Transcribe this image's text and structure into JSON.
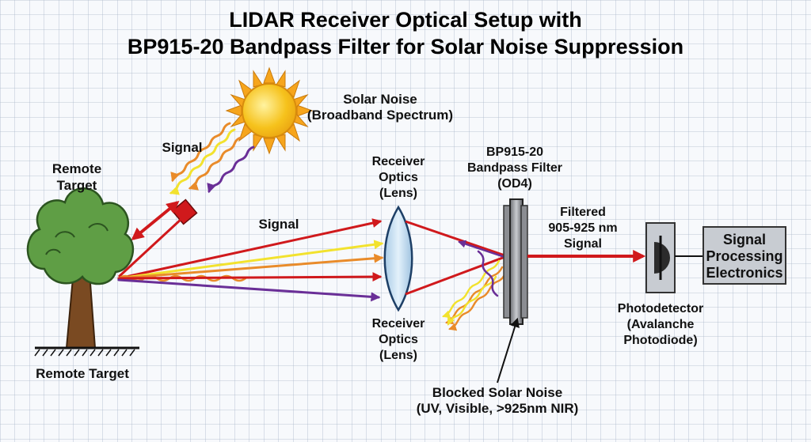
{
  "title": {
    "line1": "LIDAR Receiver Optical Setup with",
    "line2": "BP915-20 Bandpass Filter for Solar Noise Suppression"
  },
  "labels": {
    "solar_noise_l1": "Solar Noise",
    "solar_noise_l2": "(Broadband Spectrum)",
    "signal_top": "Signal",
    "remote_target_top_l1": "Remote",
    "remote_target_top_l2": "Target",
    "remote_target_bottom": "Remote Target",
    "signal_main": "Signal",
    "optics_top_l1": "Receiver",
    "optics_top_l2": "Optics",
    "optics_top_l3": "(Lens)",
    "optics_bottom_l1": "Receiver",
    "optics_bottom_l2": "Optics",
    "optics_bottom_l3": "(Lens)",
    "filter_l1": "BP915-20",
    "filter_l2": "Bandpass Filter",
    "filter_l3": "(OD4)",
    "filtered_l1": "Filtered",
    "filtered_l2": "905-925 nm",
    "filtered_l3": "Signal",
    "detector_l1": "Photodetector",
    "detector_l2": "(Avalanche",
    "detector_l3": "Photodiode)",
    "processing_l1": "Signal",
    "processing_l2": "Processing",
    "processing_l3": "Electronics",
    "blocked_l1": "Blocked Solar Noise",
    "blocked_l2": "(UV, Visible, >925nm NIR)"
  },
  "colors": {
    "laser_red": "#d0191c",
    "noise_yellow": "#f2e22e",
    "noise_orange": "#e98b2a",
    "noise_purple": "#6a2f97",
    "grid": "#a9b7c9",
    "background": "#f7f9fc",
    "lens_fill": "#bcd9ee",
    "tree_green": "#5f9e45",
    "trunk_brown": "#7a4a22",
    "sun_yellow": "#f6c21c"
  },
  "icons": [
    "sun-icon",
    "tree-icon",
    "laser-emitter-icon",
    "lens-icon",
    "bandpass-filter-icon",
    "photodiode-icon"
  ]
}
